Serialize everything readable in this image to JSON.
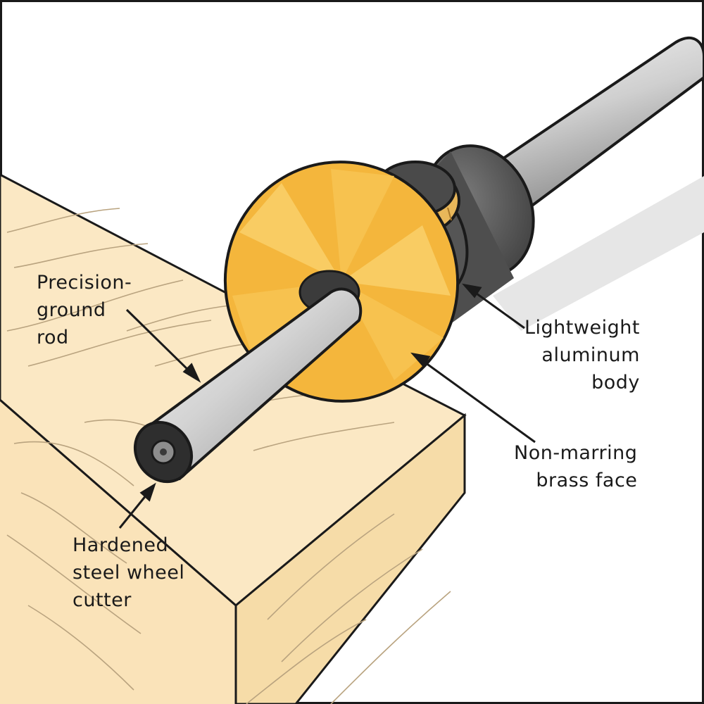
{
  "labels": {
    "rod": [
      "Precision-",
      "ground",
      "rod"
    ],
    "cutter": [
      "Hardened",
      "steel wheel",
      "cutter"
    ],
    "body": [
      "Lightweight",
      "aluminum",
      "body"
    ],
    "face": [
      "Non-marring",
      "brass face"
    ]
  },
  "colors": {
    "wood": "#fbe8c4",
    "wood_side": "#f6dca8",
    "brass": "#f4b63c",
    "brass_light": "#f9cc63",
    "aluminum_body": "#5a5a5a",
    "rod": "#c9c9c9",
    "outline": "#1a1a1a"
  }
}
